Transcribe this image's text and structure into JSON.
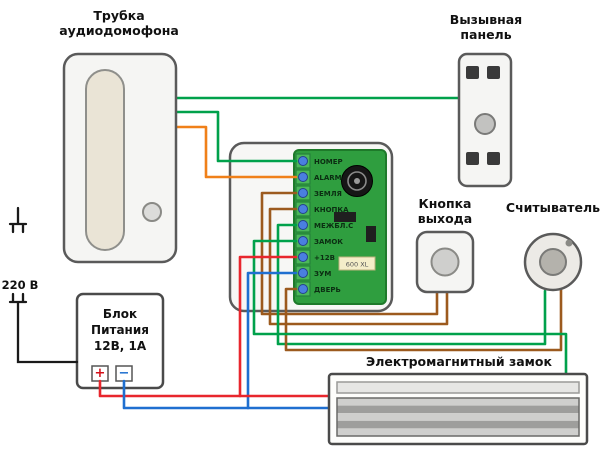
{
  "labels": {
    "handset_line1": "Трубка",
    "handset_line2": "аудиодомофона",
    "panel_line1": "Вызывная",
    "panel_line2": "панель",
    "exit_line1": "Кнопка",
    "exit_line2": "выхода",
    "reader": "Считыватель",
    "lock": "Электромагнитный замок",
    "mains": "220 В",
    "psu_line1": "Блок",
    "psu_line2": "Питания",
    "psu_line3": "12В, 1А",
    "psu_plus": "+",
    "psu_minus": "−"
  },
  "board": {
    "terminals": [
      "НОМЕР",
      "ALARM",
      "ЗЕМЛЯ",
      "КНОПКА",
      "МЕЖБЛ.С",
      "ЗАМОК",
      "+12В",
      "ЗУМ",
      "ДВЕРЬ"
    ],
    "sticker": "600 XL"
  },
  "colors": {
    "wire_green": "#00a14b",
    "wire_orange": "#f08019",
    "wire_red": "#e8262d",
    "wire_blue": "#1f6fd0",
    "wire_brown": "#9c5a1e",
    "pcb": "#2f9e3f"
  }
}
